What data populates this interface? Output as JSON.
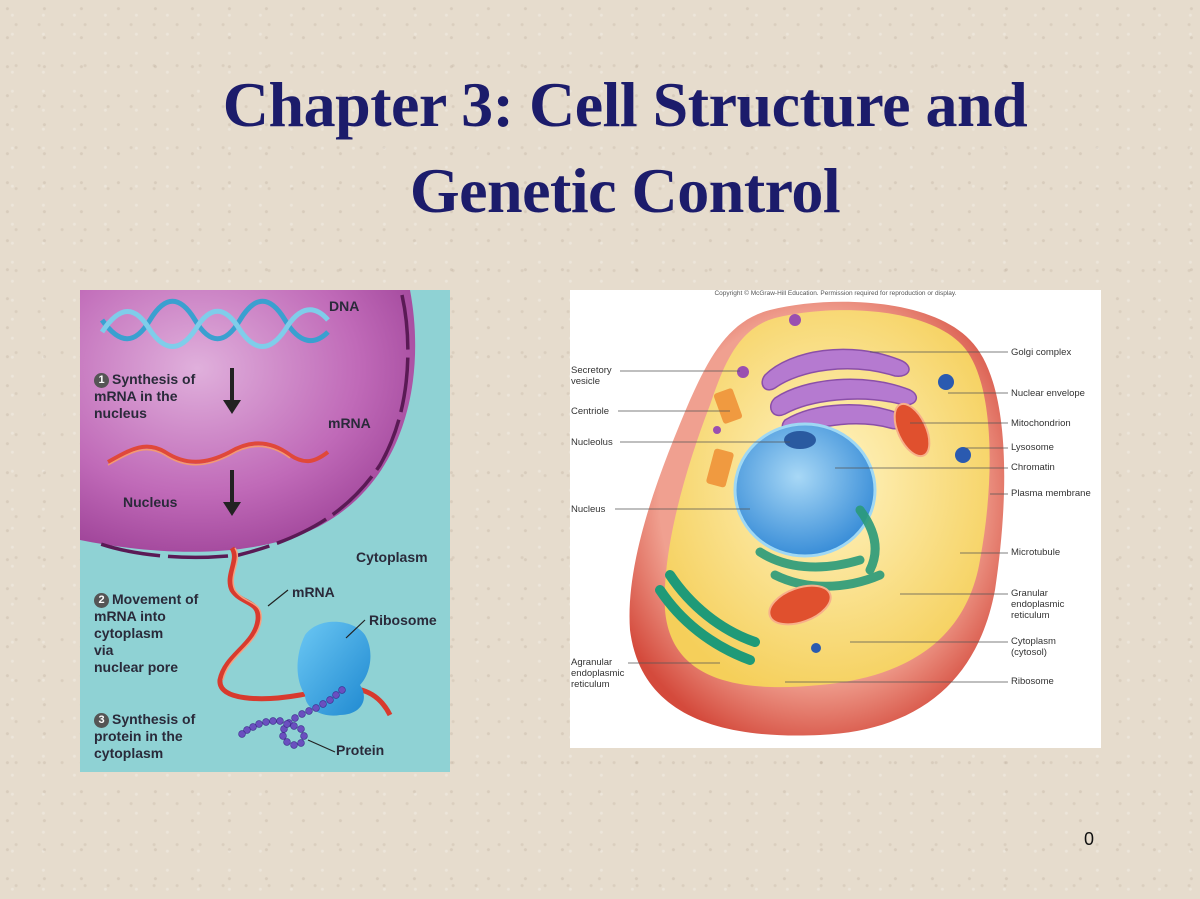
{
  "slide": {
    "title_line1": "Chapter 3:  Cell Structure and",
    "title_line2": "Genetic Control",
    "page_number": "0",
    "title_color": "#1c1c6b",
    "background_color": "#e6dccd"
  },
  "left_figure": {
    "labels": {
      "dna": "DNA",
      "mrna_top": "mRNA",
      "nucleus": "Nucleus",
      "cytoplasm": "Cytoplasm",
      "mrna_bottom": "mRNA",
      "ribosome": "Ribosome",
      "protein": "Protein"
    },
    "steps": [
      {
        "number": "1",
        "lines": [
          "Synthesis of",
          "mRNA in the",
          "nucleus"
        ]
      },
      {
        "number": "2",
        "lines": [
          "Movement of",
          "mRNA into",
          "cytoplasm",
          "via",
          "nuclear pore"
        ]
      },
      {
        "number": "3",
        "lines": [
          "Synthesis of",
          "protein in the",
          "cytoplasm"
        ]
      }
    ],
    "colors": {
      "nucleus": "#b85ab0",
      "cytoplasm": "#8fd2d4",
      "dna": "#3aa0d0",
      "mrna": "#e0483a",
      "ribosome": "#3ba8e6",
      "protein": "#6a4fbf"
    }
  },
  "right_figure": {
    "copyright": "Copyright © McGraw-Hill Education. Permission required for reproduction or display.",
    "left_labels": [
      {
        "lines": [
          "Secretory",
          "vesicle"
        ]
      },
      {
        "lines": [
          "Centriole"
        ]
      },
      {
        "lines": [
          "Nucleolus"
        ]
      },
      {
        "lines": [
          "Nucleus"
        ]
      },
      {
        "lines": [
          "Agranular",
          "endoplasmic",
          "reticulum"
        ]
      }
    ],
    "right_labels": [
      {
        "lines": [
          "Golgi complex"
        ]
      },
      {
        "lines": [
          "Nuclear envelope"
        ]
      },
      {
        "lines": [
          "Mitochondrion"
        ]
      },
      {
        "lines": [
          "Lysosome"
        ]
      },
      {
        "lines": [
          "Chromatin"
        ]
      },
      {
        "lines": [
          "Plasma membrane"
        ]
      },
      {
        "lines": [
          "Microtubule"
        ]
      },
      {
        "lines": [
          "Granular",
          "endoplasmic",
          "reticulum"
        ]
      },
      {
        "lines": [
          "Cytoplasm",
          "(cytosol)"
        ]
      },
      {
        "lines": [
          "Ribosome"
        ]
      }
    ]
  }
}
